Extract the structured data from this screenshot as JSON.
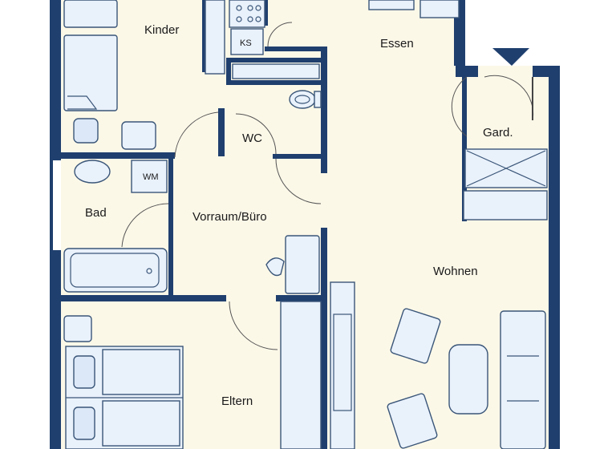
{
  "rooms": {
    "kinder": "Kinder",
    "essen": "Essen",
    "wc": "WC",
    "bad": "Bad",
    "vorraum": "Vorraum/Büro",
    "wohnen": "Wohnen",
    "eltern": "Eltern",
    "garderobe": "Gard."
  },
  "fixtures": {
    "ks": "KS",
    "wm": "WM"
  },
  "colors": {
    "wall": "#1f3f6e",
    "floor": "#fcf8e8",
    "furniture": "#e9f1fb"
  }
}
